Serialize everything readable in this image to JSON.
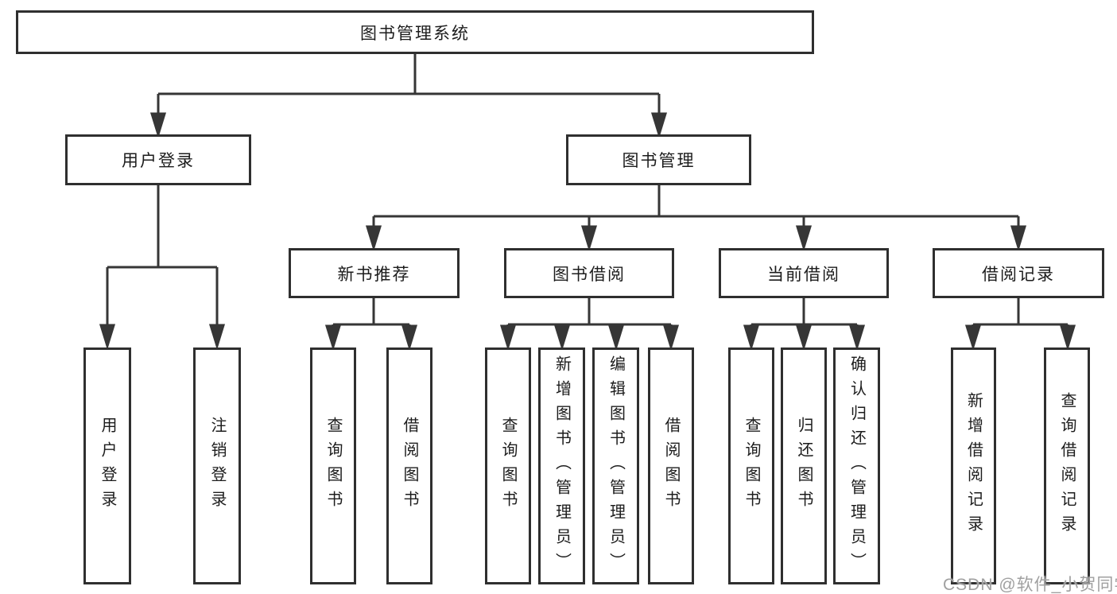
{
  "diagram_title": "图书管理系统",
  "tree": {
    "label": "图书管理系统",
    "children": [
      {
        "label": "用户登录",
        "children": [
          {
            "label": "用户登录"
          },
          {
            "label": "注销登录"
          }
        ]
      },
      {
        "label": "图书管理",
        "children": [
          {
            "label": "新书推荐",
            "children": [
              {
                "label": "查询图书"
              },
              {
                "label": "借阅图书"
              }
            ]
          },
          {
            "label": "图书借阅",
            "children": [
              {
                "label": "查询图书"
              },
              {
                "label": "新增图书（管理员）"
              },
              {
                "label": "编辑图书（管理员）"
              },
              {
                "label": "借阅图书"
              }
            ]
          },
          {
            "label": "当前借阅",
            "children": [
              {
                "label": "查询图书"
              },
              {
                "label": "归还图书"
              },
              {
                "label": "确认归还（管理员）"
              }
            ]
          },
          {
            "label": "借阅记录",
            "children": [
              {
                "label": "新增借阅记录"
              },
              {
                "label": "查询借阅记录"
              }
            ]
          }
        ]
      }
    ]
  },
  "watermark": {
    "text": "CSDN @软件_小贺同学"
  },
  "colors": {
    "background": "#ffffff",
    "box_border": "#2f2f2f",
    "connector_line": "#363636",
    "text": "#1c1c1c",
    "watermark_text": "#a0a0a0"
  }
}
